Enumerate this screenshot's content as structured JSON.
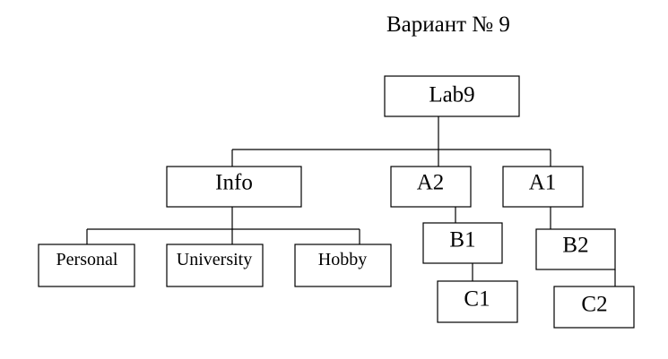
{
  "title": "Вариант № 9",
  "nodes": {
    "lab9": "Lab9",
    "info": "Info",
    "a2": "A2",
    "a1": "A1",
    "personal": "Personal",
    "university": "University",
    "hobby": "Hobby",
    "b1": "B1",
    "c1": "C1",
    "b2": "B2",
    "c2": "C2"
  },
  "colors": {
    "stroke": "#000000",
    "background": "#ffffff"
  }
}
